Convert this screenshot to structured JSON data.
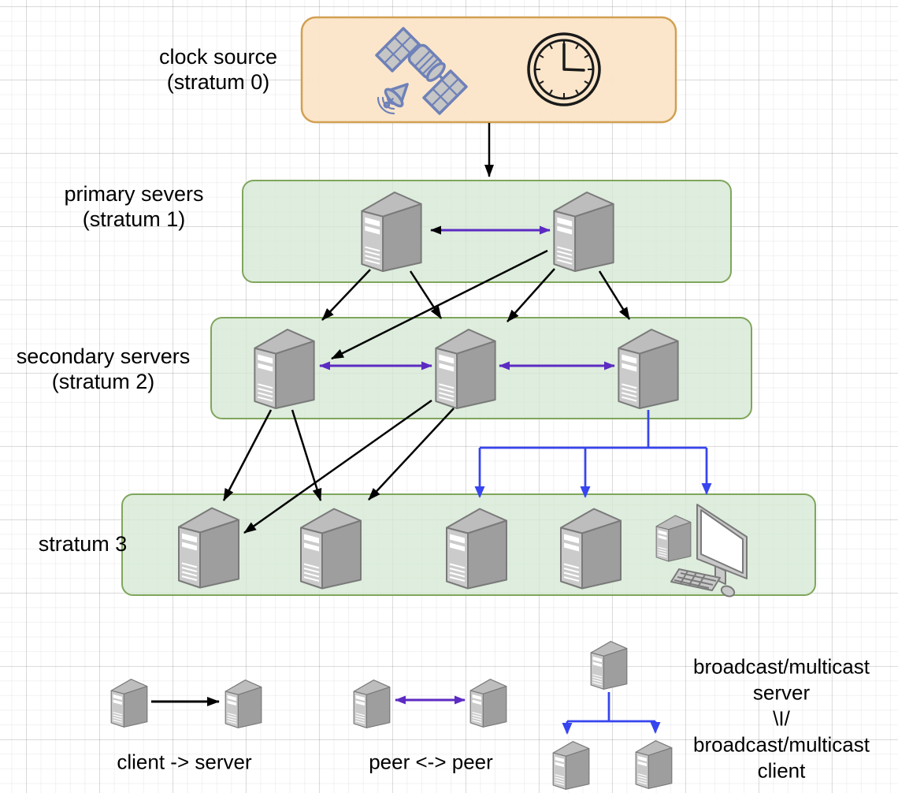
{
  "colors": {
    "box_orange_fill": "#FBE5C8",
    "box_orange_border": "#D2A052",
    "box_green_fill": "#D5E8D4",
    "box_green_border": "#7FA65C",
    "edge_black": "#000000",
    "edge_peer_purple": "#5C2BC2",
    "edge_broadcast_blue": "#3745EE",
    "server_top": "#BDBDBD",
    "server_front": "#CBCBCB",
    "server_side": "#9E9E9E",
    "server_outline": "#7A7A7A",
    "satellite_stroke": "#6F81B8",
    "clock_stroke": "#1A1A1A"
  },
  "levels": [
    {
      "id": "stratum0",
      "label_line1": "clock source",
      "label_line2": "(stratum 0)",
      "icons": [
        "satellite-icon",
        "clock-icon"
      ]
    },
    {
      "id": "stratum1",
      "label_line1": "primary severs",
      "label_line2": "(stratum 1)",
      "server_count": 2
    },
    {
      "id": "stratum2",
      "label_line1": "secondary servers",
      "label_line2": "(stratum 2)",
      "server_count": 3
    },
    {
      "id": "stratum3",
      "label_line1": "stratum 3",
      "label_line2": "",
      "server_count": 4,
      "workstation_count": 1
    }
  ],
  "legend": {
    "client_server": {
      "label": "client -> server"
    },
    "peer": {
      "label": "peer <-> peer"
    },
    "broadcast": {
      "lines": [
        "broadcast/multicast",
        "server",
        "\\I/",
        "broadcast/multicast",
        "client"
      ]
    }
  },
  "edges": [
    {
      "from": "clock-source",
      "to": "primary-servers-box",
      "style": "client-server"
    },
    {
      "from": "primary-1",
      "to": "primary-2",
      "style": "peer"
    },
    {
      "from": "primary-1",
      "to": "secondary-1",
      "style": "client-server"
    },
    {
      "from": "primary-1",
      "to": "secondary-2",
      "style": "client-server"
    },
    {
      "from": "primary-2",
      "to": "secondary-1",
      "style": "client-server"
    },
    {
      "from": "primary-2",
      "to": "secondary-2",
      "style": "client-server"
    },
    {
      "from": "primary-2",
      "to": "secondary-3",
      "style": "client-server"
    },
    {
      "from": "secondary-1",
      "to": "secondary-2",
      "style": "peer"
    },
    {
      "from": "secondary-2",
      "to": "secondary-3",
      "style": "peer"
    },
    {
      "from": "secondary-1",
      "to": "stratum3-1",
      "style": "client-server"
    },
    {
      "from": "secondary-1",
      "to": "stratum3-2",
      "style": "client-server"
    },
    {
      "from": "secondary-2",
      "to": "stratum3-1",
      "style": "client-server"
    },
    {
      "from": "secondary-2",
      "to": "stratum3-2",
      "style": "client-server"
    },
    {
      "from": "secondary-3",
      "to": "stratum3-3",
      "style": "broadcast"
    },
    {
      "from": "secondary-3",
      "to": "stratum3-4",
      "style": "broadcast"
    },
    {
      "from": "secondary-3",
      "to": "stratum3-workstation",
      "style": "broadcast"
    }
  ]
}
